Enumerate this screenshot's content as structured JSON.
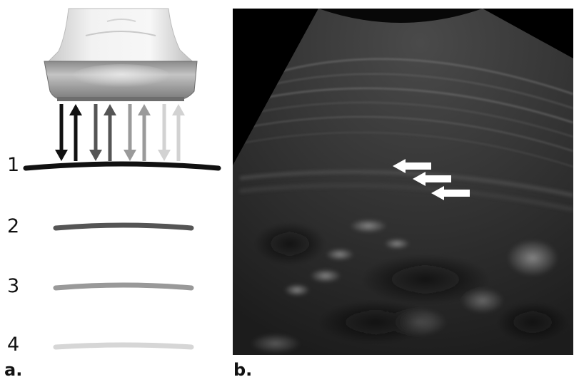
{
  "panel_a": {
    "label": "a.",
    "levels": [
      {
        "number": "1",
        "color": "#111111"
      },
      {
        "number": "2",
        "color": "#555555"
      },
      {
        "number": "3",
        "color": "#999999"
      },
      {
        "number": "4",
        "color": "#d6d6d6"
      }
    ],
    "arrow_pair_colors": [
      "#111111",
      "#555555",
      "#9a9a9a",
      "#d2d2d2"
    ]
  },
  "panel_b": {
    "label": "b.",
    "arrow_count": 3,
    "arrow_color": "#ffffff"
  }
}
